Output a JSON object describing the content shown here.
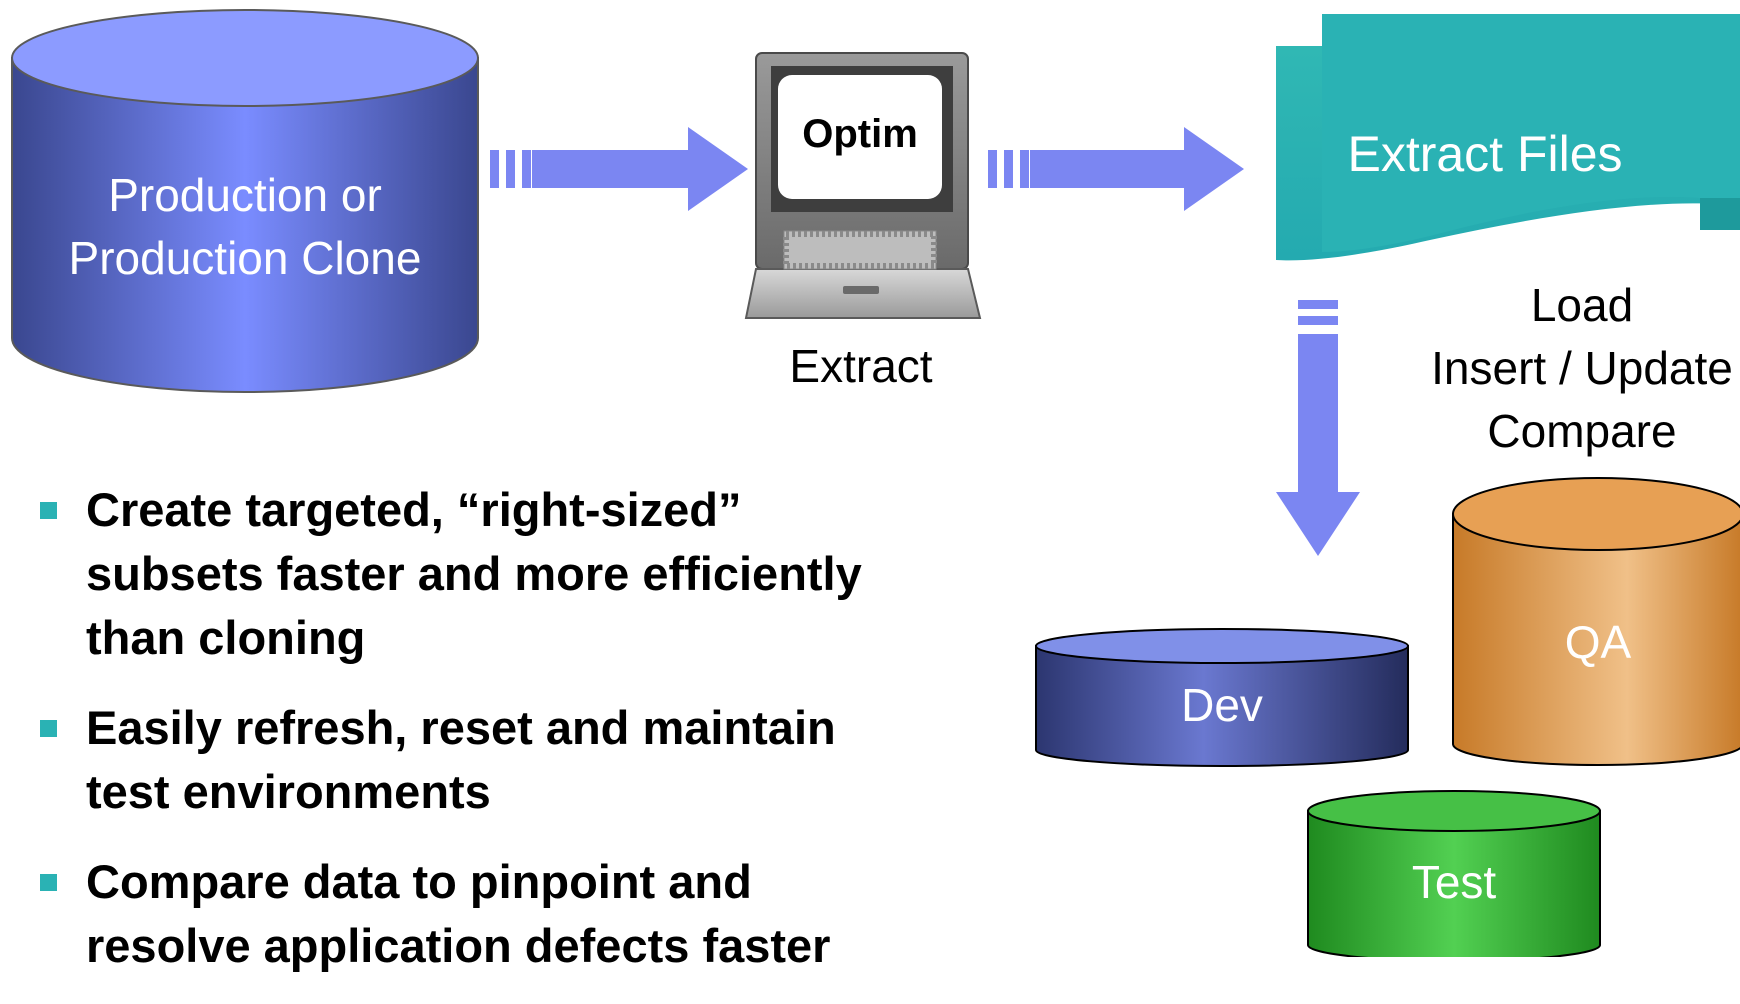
{
  "colors": {
    "production_db": "#7a8cff",
    "arrow": "#7b86f2",
    "extract_files": "#2ab2b4",
    "dev_db": "#4a57a8",
    "qa_db": "#de9a4a",
    "test_db": "#3cb83c",
    "bullet": "#2ab2b4"
  },
  "source": {
    "label_line1": "Production or",
    "label_line2": "Production Clone"
  },
  "tool": {
    "screen_text": "Optim",
    "caption": "Extract"
  },
  "extract_files": {
    "label": "Extract Files"
  },
  "operations": {
    "line1": "Load",
    "line2": "Insert / Update",
    "line3": "Compare"
  },
  "targets": {
    "dev": "Dev",
    "qa": "QA",
    "test": "Test"
  },
  "bullets": [
    {
      "line1": "Create targeted, “right-sized”",
      "line2": "subsets faster and more efficiently",
      "line3": "than cloning"
    },
    {
      "line1": "Easily refresh, reset and maintain",
      "line2": "test environments"
    },
    {
      "line1": "Compare data to pinpoint and",
      "line2": "resolve application defects faster"
    }
  ]
}
